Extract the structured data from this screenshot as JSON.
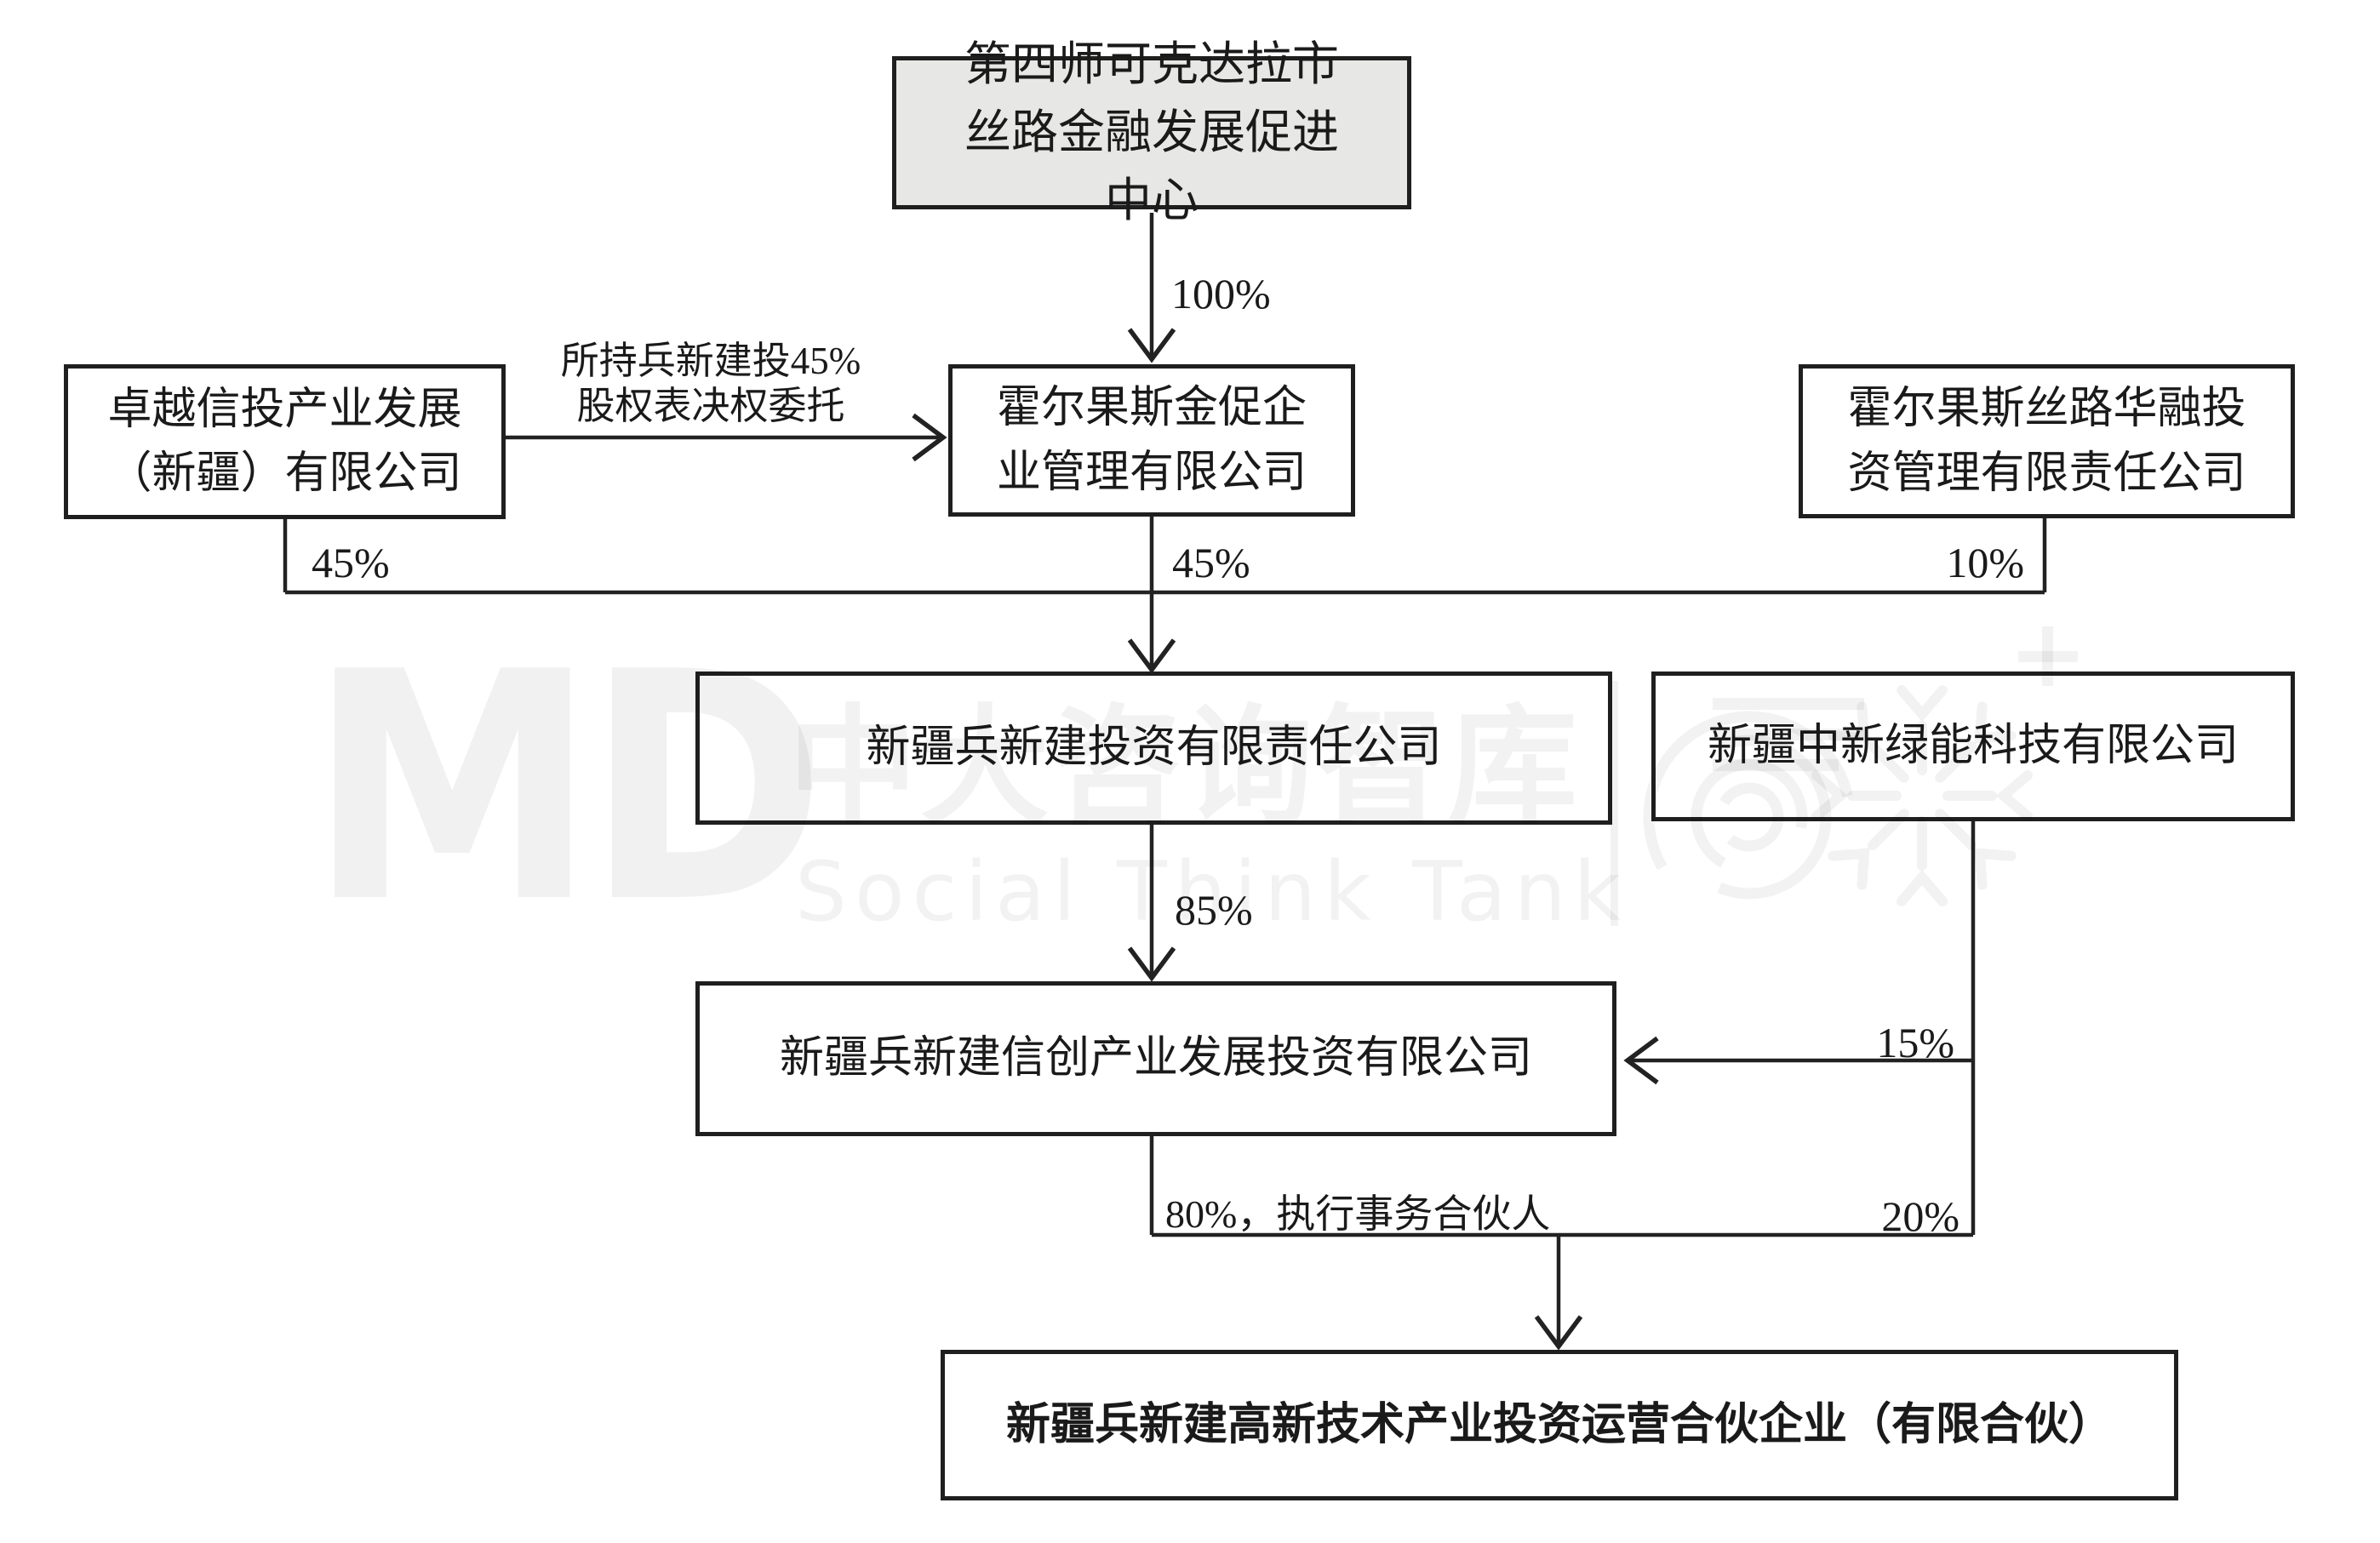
{
  "diagram": {
    "title_hint": "equity-structure-flowchart",
    "nodes": [
      {
        "id": "promotion_center",
        "label": "第四师可克达拉市丝路金融发展促进中心"
      },
      {
        "id": "zhuoyue_xintou",
        "label": "卓越信投产业发展（新疆）有限公司"
      },
      {
        "id": "jincu_guanli",
        "label": "霍尔果斯金促企业管理有限公司"
      },
      {
        "id": "huarong_touzi",
        "label": "霍尔果斯丝路华融投资管理有限责任公司"
      },
      {
        "id": "bingxinjian",
        "label": "新疆兵新建投资有限责任公司"
      },
      {
        "id": "lvneng_keji",
        "label": "新疆中新绿能科技有限公司"
      },
      {
        "id": "xinchuang",
        "label": "新疆兵新建信创产业发展投资有限公司"
      },
      {
        "id": "partnership",
        "label": "新疆兵新建高新技术产业投资运营合伙企业（有限合伙）"
      }
    ],
    "edge_labels": {
      "pct_100": "100%",
      "delegation_line1": "所持兵新建投45%",
      "delegation_line2": "股权表决权委托",
      "pct_45_left": "45%",
      "pct_45_mid": "45%",
      "pct_10": "10%",
      "pct_85": "85%",
      "pct_15": "15%",
      "pct_80_partner": "80%，执行事务合伙人",
      "pct_20": "20%"
    }
  },
  "watermark": {
    "logo_text": "MD",
    "brand_cn": "中大咨询智库",
    "brand_en": "Social Think Tank"
  },
  "colors": {
    "background": "#ffffff",
    "box_border": "#1f1f1f",
    "top_box_fill": "#e7e7e5",
    "connector_line": "#222222",
    "text": "#1a1a1a",
    "watermark_gray": "rgba(0,0,0,0.05)"
  }
}
